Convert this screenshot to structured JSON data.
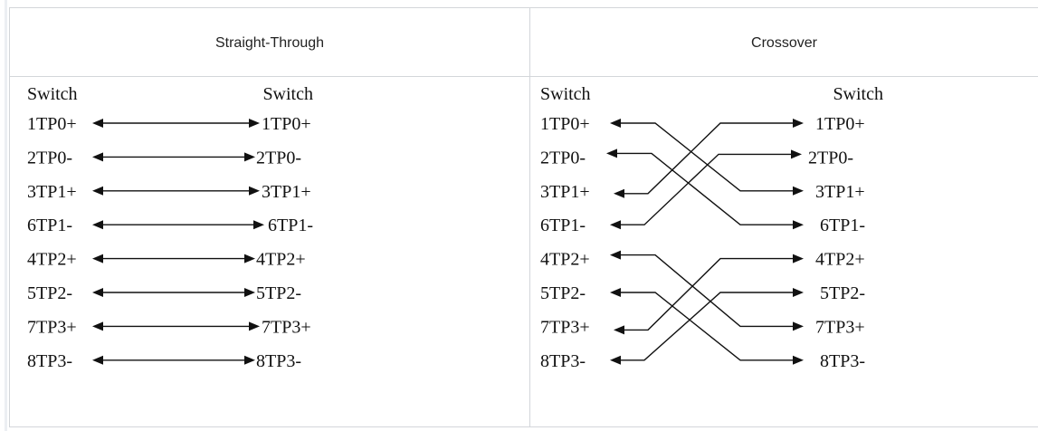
{
  "table": {
    "straight": {
      "header": "Straight-Through",
      "left_title": "Switch",
      "right_title": "Switch",
      "left_pins": [
        "1TP0+",
        "2TP0-",
        "3TP1+",
        "6TP1-",
        "4TP2+",
        "5TP2-",
        "7TP3+",
        "8TP3-"
      ],
      "right_pins": [
        "1TP0+",
        "2TP0-",
        "3TP1+",
        "6TP1-",
        "4TP2+",
        "5TP2-",
        "7TP3+",
        "8TP3-"
      ],
      "connections": [
        [
          0,
          0
        ],
        [
          1,
          1
        ],
        [
          2,
          2
        ],
        [
          3,
          3
        ],
        [
          4,
          4
        ],
        [
          5,
          5
        ],
        [
          6,
          6
        ],
        [
          7,
          7
        ]
      ]
    },
    "crossover": {
      "header": "Crossover",
      "left_title": "Switch",
      "right_title": "Switch",
      "left_pins": [
        "1TP0+",
        "2TP0-",
        "3TP1+",
        "6TP1-",
        "4TP2+",
        "5TP2-",
        "7TP3+",
        "8TP3-"
      ],
      "right_pins": [
        "1TP0+",
        "2TP0-",
        "3TP1+",
        "6TP1-",
        "4TP2+",
        "5TP2-",
        "7TP3+",
        "8TP3-"
      ],
      "connections": [
        [
          0,
          2
        ],
        [
          1,
          3
        ],
        [
          2,
          0
        ],
        [
          3,
          1
        ],
        [
          4,
          6
        ],
        [
          5,
          7
        ],
        [
          6,
          4
        ],
        [
          7,
          5
        ]
      ]
    }
  }
}
